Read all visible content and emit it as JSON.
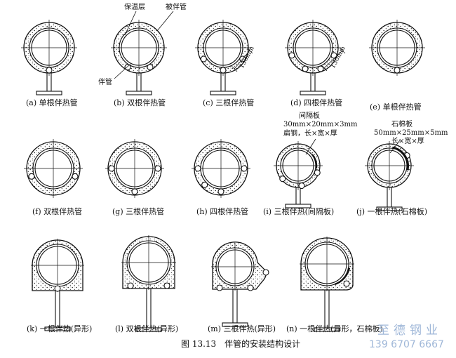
{
  "labels": {
    "insulation": "保温层",
    "traced_pipe": "被伴管",
    "tracer": "伴管",
    "dim_130": "130mm",
    "spacer_title": "间隔板",
    "spacer_size": "30mm×20mm×3mm",
    "spacer_desc": "扁钢，长×宽×厚",
    "asbestos_title": "石棉板",
    "asbestos_size": "50mm×25mm×5mm",
    "asbestos_desc": "长×宽×厚"
  },
  "panels": [
    {
      "id": "a",
      "caption": "(a) 单根伴热管"
    },
    {
      "id": "b",
      "caption": "(b) 双根伴热管"
    },
    {
      "id": "c",
      "caption": "(c) 三根伴热管"
    },
    {
      "id": "d",
      "caption": "(d) 四根伴热管"
    },
    {
      "id": "e",
      "caption": "(e) 单根伴热管"
    },
    {
      "id": "f",
      "caption": "(f) 双根伴热管"
    },
    {
      "id": "g",
      "caption": "(g) 三根伴热管"
    },
    {
      "id": "h",
      "caption": "(h) 四根伴热管"
    },
    {
      "id": "i",
      "caption": "(i) 三根伴热(间隔板)"
    },
    {
      "id": "j",
      "caption": "(j) 一根伴热(石棉板)"
    },
    {
      "id": "k",
      "caption": "(k) 一根伴热(异形)"
    },
    {
      "id": "l",
      "caption": "(l) 双根伴热(异形)"
    },
    {
      "id": "m",
      "caption": "(m) 三根伴热(异形)"
    },
    {
      "id": "n",
      "caption": "(n) 一根伴热(异形，石棉板)"
    }
  ],
  "figure_title": "图 13.13　伴管的安装结构设计",
  "watermark": {
    "company": "至德钢业",
    "phone": "139 6707 6667"
  }
}
